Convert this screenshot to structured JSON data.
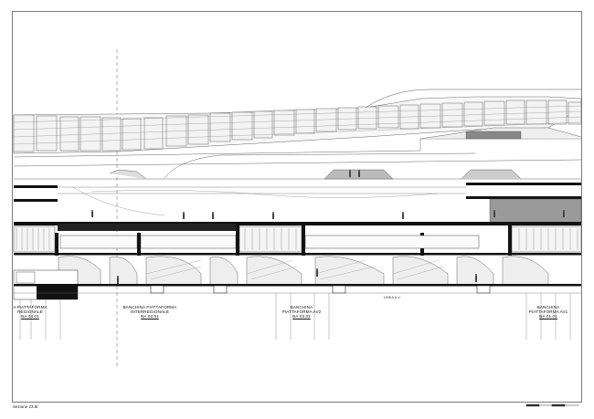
{
  "drawing": {
    "footer_title": "Sezione 23.8r",
    "line_label": "LINEA A.V.",
    "platforms": [
      {
        "line1": "A PIATTAFORMA",
        "line2": "REGIONALE",
        "code": "BA.04.01"
      },
      {
        "line1": "BANCHINA PIATTAFORMA",
        "line2": "INTERREGIONALE",
        "code": "BA.02.01"
      },
      {
        "line1": "BANCHINA",
        "line2": "PIATTAFORMA AV2",
        "code": "BA.03.01"
      },
      {
        "line1": "BANCHINA",
        "line2": "PIATTAFORMA AV1",
        "code": "BA.01.01"
      }
    ]
  },
  "colors": {
    "frame": "#333333",
    "line": "#555555",
    "fill_dark": "#111111",
    "fill_mid": "#8a8a8a",
    "fill_light": "#e6e6e6"
  }
}
